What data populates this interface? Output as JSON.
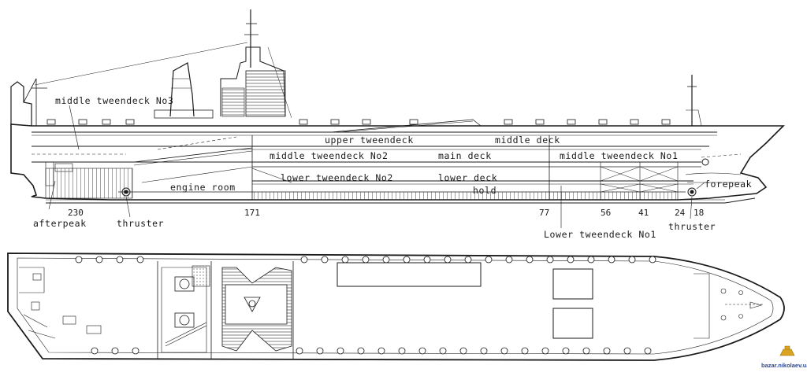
{
  "side_view": {
    "labels": {
      "middle_tweendeck_3": "middle tweendeck No3",
      "upper_tweendeck": "upper tweendeck",
      "middle_deck": "middle deck",
      "middle_tweendeck_2": "middle tweendeck No2",
      "main_deck": "main deck",
      "middle_tweendeck_1": "middle tweendeck No1",
      "engine_room": "engine room",
      "lower_tweendeck_2": "lower tweendeck No2",
      "lower_deck": "lower deck",
      "hold": "hold",
      "forepeak": "forepeak",
      "afterpeak": "afterpeak",
      "thruster_aft": "thruster",
      "thruster_fwd": "thruster",
      "lower_tweendeck_1": "Lower tweendeck No1"
    },
    "frames": {
      "f230": "230",
      "f171": "171",
      "f77": "77",
      "f56": "56",
      "f41": "41",
      "f24": "24",
      "f18": "18"
    }
  },
  "watermark": "bazar.nikolaev.ua",
  "colors": {
    "line": "#1a1a1a",
    "watermark": "#2a4a9a",
    "logo": "#d9a520"
  }
}
